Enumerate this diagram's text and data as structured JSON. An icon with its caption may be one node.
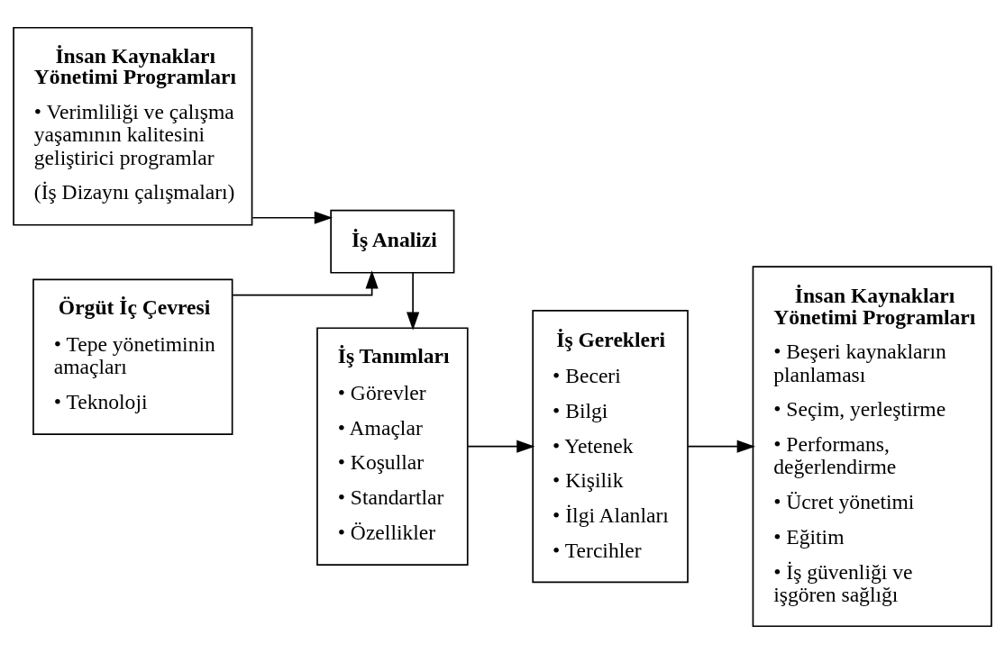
{
  "diagram": {
    "nodes": [
      {
        "text": [
          "İnsan Kaynakları Yönetimi Programları",
          "• Verimliliği ve çalışma yaşamının kalitesini geliştirici programlar",
          "(İş Dizaynı çalışmaları)"
        ]
      },
      {
        "text": [
          "Örgüt İç Çevresi",
          "• Tepe yönetiminin amaçları",
          "• Teknoloji"
        ]
      },
      {
        "text": [
          "İş Analizi"
        ]
      },
      {
        "text": [
          "İş Tanımları",
          "• Görevler",
          "• Amaçlar",
          "• Koşullar",
          "• Standartlar",
          "• Özellikler"
        ]
      },
      {
        "text": [
          "İş Gerekleri",
          "• Beceri",
          "• Bilgi",
          "• Yetenek",
          "• Kişilik",
          "• İlgi Alanları",
          "• Tercihler"
        ]
      },
      {
        "text": [
          "İnsan Kaynakları Yönetimi Programları",
          "• Beşeri kaynakların planlaması",
          "• Seçim, yerleştirme",
          "• Performans, değerlendirme",
          "• Ücret yönetimi",
          "• Eğitim",
          "• İş güvenliği ve işgören sağlığı"
        ]
      }
    ],
    "edges": [
      {
        "from": 0,
        "to": 2,
        "arrow": "to"
      },
      {
        "from": 1,
        "to": 2,
        "arrow": "to"
      },
      {
        "from": 2,
        "to": 3,
        "arrow": "to"
      },
      {
        "from": 3,
        "to": 4,
        "arrow": "to"
      },
      {
        "from": 4,
        "to": 5,
        "arrow": "to"
      }
    ]
  }
}
